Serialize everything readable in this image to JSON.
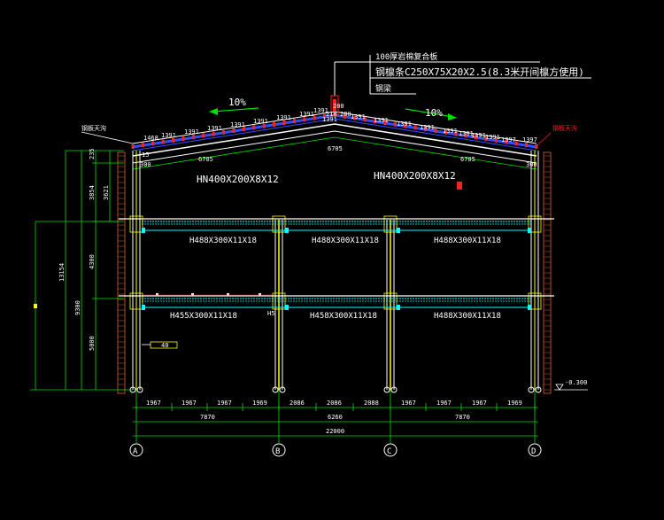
{
  "colors": {
    "background": "#000000",
    "white": "#ffffff",
    "yellow": "#ffff00",
    "green": "#00e000",
    "cyan": "#00ffff",
    "red": "#ff2020",
    "blue": "#3050ff",
    "wall": "#b0502a"
  },
  "notes": {
    "panel": "100厚岩棉复合板",
    "purlin": "钢檩条C250X75X20X2.5(8.3米开间檩方使用)",
    "beam": "钢梁",
    "gutter_left": "钢板天沟",
    "gutter_right": "钢板天沟"
  },
  "slope": {
    "left": "10%",
    "right": "10%"
  },
  "purlin_spacing": {
    "left": [
      "1468",
      "1391",
      "1391",
      "1391",
      "1391",
      "1391",
      "1391",
      "1391",
      "1391",
      "1391"
    ],
    "apex_top": "200",
    "apex_left": "210",
    "apex_right": "200",
    "right": [
      "1391",
      "1391",
      "1391",
      "1391",
      "1391",
      "1391",
      "1391",
      "1391",
      "1397",
      "1397"
    ],
    "eave_left": "300",
    "eave_right": "300"
  },
  "rafter_segments": [
    "6705",
    "6705",
    "6705"
  ],
  "rafter_sections": [
    "HN400X200X8X12",
    "HN400X200X8X12"
  ],
  "beams_upper": [
    "H488X300X11X18",
    "H488X300X11X18",
    "H488X300X11X18"
  ],
  "beams_lower": [
    "H455X300X11X18",
    "H458X300X11X18",
    "H488X300X11X18"
  ],
  "vertical_dims": {
    "total": "13154",
    "level": "9300",
    "v235": "235",
    "v3854": "3854",
    "v3621": "3621",
    "v4300": "4300",
    "v5000": "5000"
  },
  "side_labels": {
    "left_a": "15",
    "left_b": "40",
    "beam_mark": "H5",
    "elevation": "-0.300"
  },
  "bottom_dims": {
    "row1": [
      "1967",
      "1967",
      "1967",
      "1969",
      "2086",
      "2086",
      "2088",
      "1967",
      "1967",
      "1967",
      "1969"
    ],
    "row2": [
      "7870",
      "6260",
      "7870"
    ],
    "total": "22000"
  },
  "axes": [
    "A",
    "B",
    "C",
    "D"
  ]
}
